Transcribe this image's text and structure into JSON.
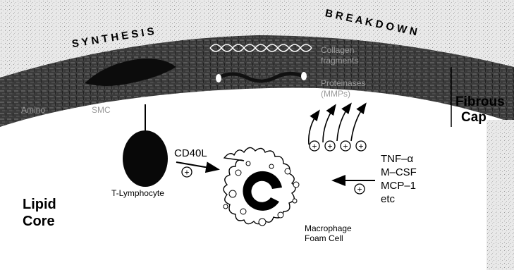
{
  "diagram": {
    "arc_labels": {
      "synthesis": "S Y N T H E S I S",
      "breakdown": "B R E A K D O W N"
    },
    "cap_labels": {
      "collagen_fragments_line1": "Collagen",
      "collagen_fragments_line2": "fragments",
      "proteinases_line1": "Proteinases",
      "proteinases_line2": "(MMPs)",
      "amino_acids": "Amino",
      "smooth_muscle": "SMC"
    },
    "fibrous_cap": {
      "line1": "Fibrous",
      "line2": "Cap"
    },
    "lipid_core": {
      "line1": "Lipid",
      "line2": "Core"
    },
    "t_lymphocyte": "T-Lymphocyte",
    "cd40l": "CD40L",
    "cytokines": [
      "TNF–α",
      "M–CSF",
      "MCP–1",
      "etc"
    ],
    "macrophage": {
      "line1": "Macrophage",
      "line2": "Foam Cell"
    },
    "plus_sign": "+",
    "colors": {
      "cap_dark": "#2f2f2f",
      "cap_mid": "#6a6a6a",
      "ink": "#000000",
      "background": "#ffffff"
    }
  }
}
